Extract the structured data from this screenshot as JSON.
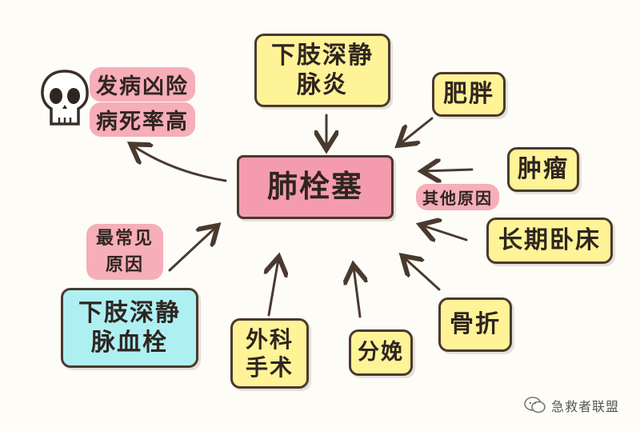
{
  "center": "肺栓塞",
  "effect": {
    "lines": [
      "发病凶险",
      "病死率高"
    ]
  },
  "most_common": {
    "tag": [
      "最常见",
      "原因"
    ],
    "lines": [
      "下肢深静",
      "脉血栓"
    ]
  },
  "other_tag": "其他原因",
  "causes": {
    "top": [
      "下肢深静",
      "脉炎"
    ],
    "obesity": "肥胖",
    "tumor": "肿瘤",
    "bedrest": "长期卧床",
    "fracture": "骨折",
    "childbirth": "分娩",
    "surgery": [
      "外科",
      "手术"
    ]
  },
  "watermark": "急救者联盟",
  "icons": {
    "skull": "skull-icon",
    "wechat": "wechat-icon"
  }
}
